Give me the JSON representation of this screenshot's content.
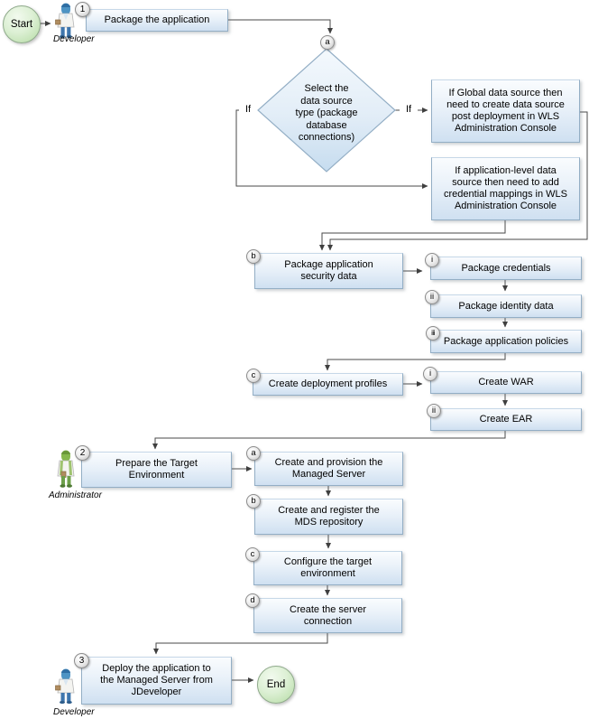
{
  "diagram": {
    "start_label": "Start",
    "end_label": "End",
    "step1": {
      "badge": "1",
      "actor": "Developer",
      "actor_icon": "developer-person-icon",
      "label": "Package the application"
    },
    "decision": {
      "badge": "a",
      "label": "Select the\ndata source\ntype (package\ndatabase\nconnections)",
      "left_branch_label": "If",
      "right_branch_label": "If"
    },
    "global_ds_note": {
      "label": "If Global data source then\nneed to create data source\npost deployment in WLS\nAdministration Console"
    },
    "app_level_ds_note": {
      "label": "If application-level data\nsource then need to add\ncredential mappings in WLS\nAdministration Console"
    },
    "package_security": {
      "badge": "b",
      "label": "Package application\nsecurity data",
      "substeps": [
        {
          "badge": "i",
          "label": "Package credentials"
        },
        {
          "badge": "ii",
          "label": "Package identity data"
        },
        {
          "badge": "iii",
          "label": "Package application policies"
        }
      ]
    },
    "deployment_profiles": {
      "badge": "c",
      "label": "Create deployment profiles",
      "substeps": [
        {
          "badge": "i",
          "label": "Create WAR"
        },
        {
          "badge": "ii",
          "label": "Create EAR"
        }
      ]
    },
    "step2": {
      "badge": "2",
      "actor": "Administrator",
      "actor_icon": "administrator-person-icon",
      "label": "Prepare the Target\nEnvironment",
      "substeps": [
        {
          "badge": "a",
          "label": "Create and provision the\nManaged Server"
        },
        {
          "badge": "b",
          "label": "Create and register the\nMDS repository"
        },
        {
          "badge": "c",
          "label": "Configure the target\nenvironment"
        },
        {
          "badge": "d",
          "label": "Create the server\nconnection"
        }
      ]
    },
    "step3": {
      "badge": "3",
      "actor": "Developer",
      "actor_icon": "developer-person-icon",
      "label": "Deploy the application to\nthe Managed Server from\nJDeveloper"
    }
  },
  "colors": {
    "box_fill_top": "#fafcfe",
    "box_fill_bottom": "#cfe0f1",
    "box_border": "#93aec5",
    "terminal_fill": "#cdeabf",
    "connector": "#474747",
    "badge_fill": "#e0e0e0"
  }
}
